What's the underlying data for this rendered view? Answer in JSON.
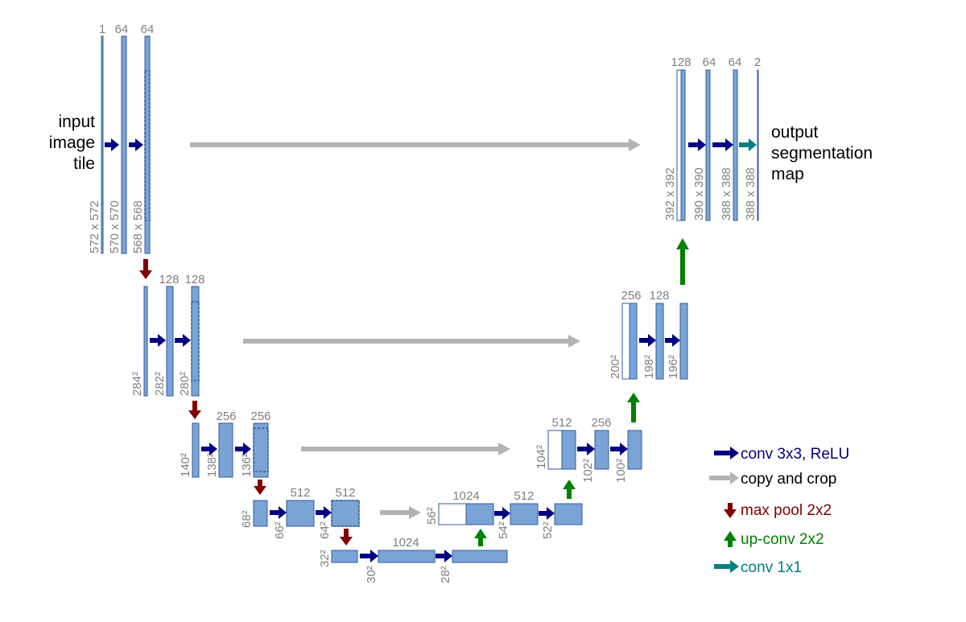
{
  "input_label": [
    "input",
    "image",
    "tile"
  ],
  "output_label": [
    "output",
    "segmentation",
    "map"
  ],
  "legend": [
    {
      "arrow": "conv-arrow",
      "label": "conv 3x3, ReLU",
      "color": "#00007f"
    },
    {
      "arrow": "copy-arrow",
      "label": "copy and crop",
      "color": "#000000"
    },
    {
      "arrow": "pool-arrow",
      "label": "max pool 2x2",
      "color": "#7f0000"
    },
    {
      "arrow": "upconv-arrow",
      "label": "up-conv 2x2",
      "color": "#007f00"
    },
    {
      "arrow": "conv1x1-arrow",
      "label": "conv 1x1",
      "color": "#007f7f"
    }
  ],
  "colors": {
    "feature_map": "#7ba3d6",
    "feature_map_border": "#2f5d9c",
    "conv": "#000080",
    "copy": "#b3b3b3",
    "pool": "#800000",
    "upconv": "#008000",
    "conv1x1": "#008080",
    "label_gray": "#7f7f7f"
  },
  "encoder": [
    {
      "level": 1,
      "channels": [
        "1",
        "64",
        "64"
      ],
      "sizes": [
        "572 x 572",
        "570 x 570",
        "568 x 568"
      ]
    },
    {
      "level": 2,
      "channels": [
        "",
        "128",
        "128"
      ],
      "sizes": [
        "284²",
        "282²",
        "280²"
      ]
    },
    {
      "level": 3,
      "channels": [
        "",
        "256",
        "256"
      ],
      "sizes": [
        "140²",
        "138²",
        "136²"
      ]
    },
    {
      "level": 4,
      "channels": [
        "",
        "512",
        "512"
      ],
      "sizes": [
        "68²",
        "66²",
        "64²"
      ]
    },
    {
      "level": 5,
      "channels": [
        "",
        "1024",
        ""
      ],
      "sizes": [
        "32²",
        "30²",
        "28²"
      ]
    }
  ],
  "decoder": [
    {
      "level": 4,
      "channels": [
        "1024",
        "512",
        ""
      ],
      "sizes": [
        "56²",
        "54²",
        "52²"
      ]
    },
    {
      "level": 3,
      "channels": [
        "512",
        "256",
        ""
      ],
      "sizes": [
        "104²",
        "102²",
        "100²"
      ]
    },
    {
      "level": 2,
      "channels": [
        "256",
        "128",
        ""
      ],
      "sizes": [
        "200²",
        "198²",
        "196²"
      ]
    },
    {
      "level": 1,
      "channels": [
        "128",
        "64",
        "64",
        "2"
      ],
      "sizes": [
        "392 x 392",
        "390 x 390",
        "388 x 388",
        "388 x 388"
      ]
    }
  ]
}
